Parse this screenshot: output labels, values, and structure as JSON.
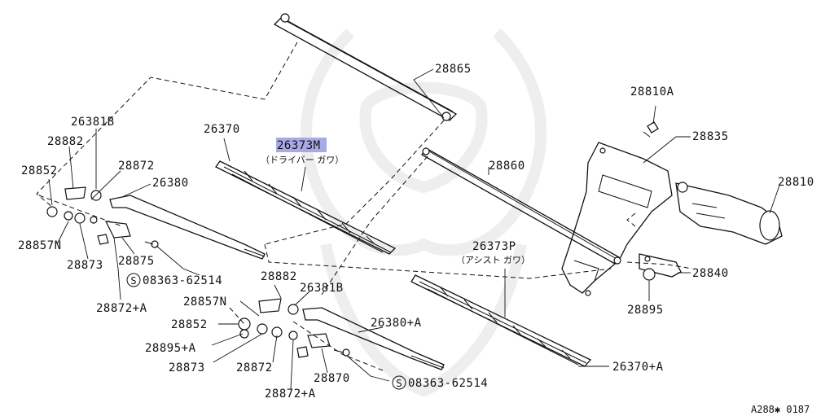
{
  "diagram": {
    "highlight_color": "#a9a9e6",
    "parts": {
      "p28865": "28865",
      "p28810A": "28810A",
      "p28835": "28835",
      "p28810": "28810",
      "p28860": "28860",
      "p28840": "28840",
      "p28895": "28895",
      "p26381B_top": "26381B",
      "p28882_top": "28882",
      "p28872_top": "28872",
      "p28852_top": "28852",
      "p26380": "26380",
      "p28857N_top": "28857N",
      "p28873_top": "28873",
      "p28875": "28875",
      "p08363_top": "08363-62514",
      "p28872A_top": "28872+A",
      "p26370": "26370",
      "p26373M_num": "26373",
      "p26373M_suffix": "M",
      "p26373M_note": "（ドライバー ガワ）",
      "p26373P": "26373P",
      "p26373P_note": "（アシスト ガワ）",
      "p28882_bot": "28882",
      "p26381B_bot": "26381B",
      "p28857N_bot": "28857N",
      "p28852_bot": "28852",
      "p28895A": "28895+A",
      "p28873_bot": "28873",
      "p28872_bot": "28872",
      "p26380A": "26380+A",
      "p28870": "28870",
      "p08363_bot": "08363-62514",
      "p28872A_bot": "28872+A",
      "p26370A": "26370+A"
    },
    "circled_symbol": "S",
    "ref_code": "A288✱ 0187"
  }
}
